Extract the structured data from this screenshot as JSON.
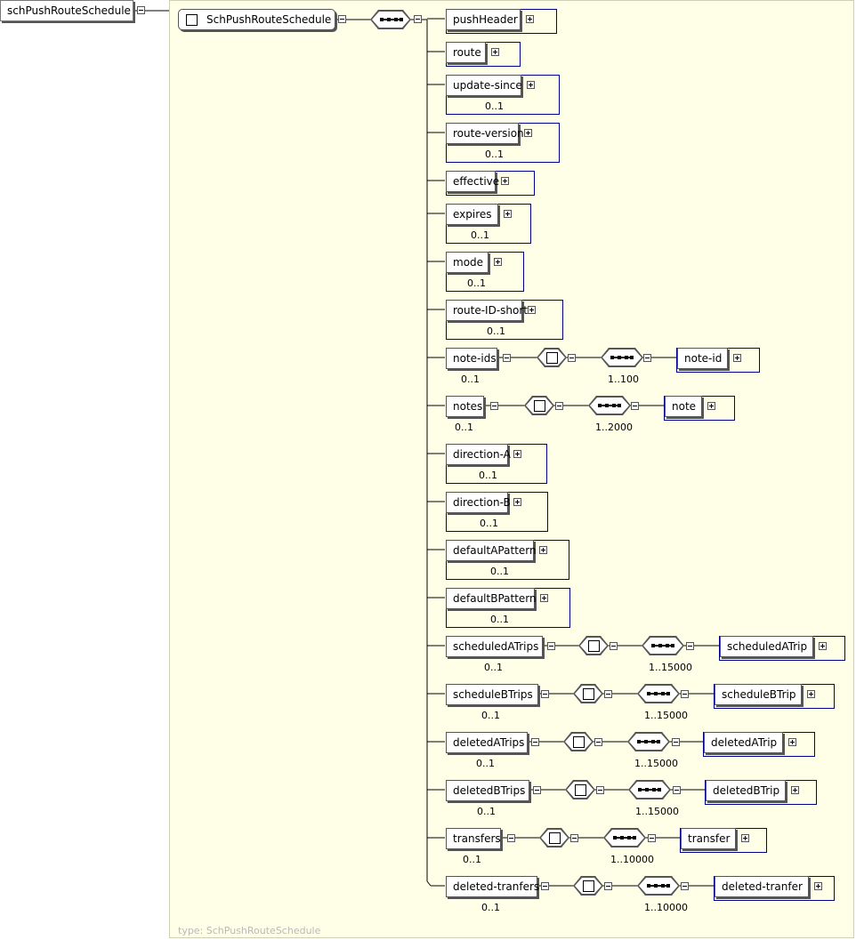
{
  "root_element": "schPushRouteSchedule",
  "complex_type": "SchPushRouteSchedule",
  "type_footer": "type: SchPushRouteSchedule",
  "children": [
    {
      "name": "pushHeader",
      "cardinality": ""
    },
    {
      "name": "route",
      "cardinality": ""
    },
    {
      "name": "update-since",
      "cardinality": "0..1"
    },
    {
      "name": "route-version",
      "cardinality": "0..1"
    },
    {
      "name": "effective",
      "cardinality": ""
    },
    {
      "name": "expires",
      "cardinality": "0..1"
    },
    {
      "name": "mode",
      "cardinality": "0..1"
    },
    {
      "name": "route-ID-short",
      "cardinality": "0..1"
    },
    {
      "name": "note-ids",
      "cardinality": "0..1",
      "seq_cardinality": "1..100",
      "child": "note-id"
    },
    {
      "name": "notes",
      "cardinality": "0..1",
      "seq_cardinality": "1..2000",
      "child": "note"
    },
    {
      "name": "direction-A",
      "cardinality": "0..1"
    },
    {
      "name": "direction-B",
      "cardinality": "0..1"
    },
    {
      "name": "defaultAPattern",
      "cardinality": "0..1"
    },
    {
      "name": "defaultBPattern",
      "cardinality": "0..1"
    },
    {
      "name": "scheduledATrips",
      "cardinality": "0..1",
      "seq_cardinality": "1..15000",
      "child": "scheduledATrip"
    },
    {
      "name": "scheduleBTrips",
      "cardinality": "0..1",
      "seq_cardinality": "1..15000",
      "child": "scheduleBTrip"
    },
    {
      "name": "deletedATrips",
      "cardinality": "0..1",
      "seq_cardinality": "1..15000",
      "child": "deletedATrip"
    },
    {
      "name": "deletedBTrips",
      "cardinality": "0..1",
      "seq_cardinality": "1..15000",
      "child": "deletedBTrip"
    },
    {
      "name": "transfers",
      "cardinality": "0..1",
      "seq_cardinality": "1..10000",
      "child": "transfer"
    },
    {
      "name": "deleted-tranfers",
      "cardinality": "0..1",
      "seq_cardinality": "1..10000",
      "child": "deleted-tranfer"
    }
  ]
}
